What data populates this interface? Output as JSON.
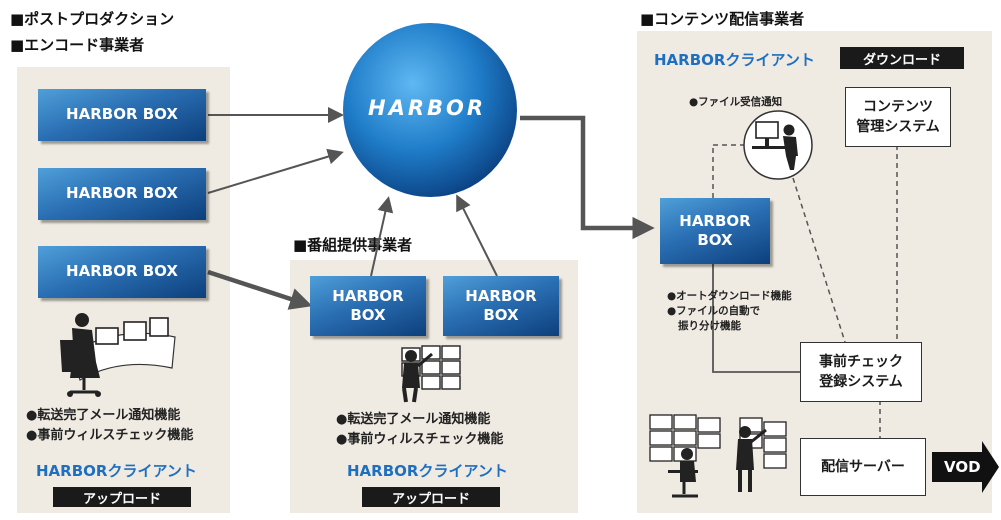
{
  "sections": {
    "post_production": "■ポストプロダクション",
    "encode": "■エンコード事業者",
    "program_provider": "■番組提供事業者",
    "content_distributor": "■コンテンツ配信事業者"
  },
  "hub": {
    "logo": "HARBOR"
  },
  "left": {
    "boxes": [
      "HARBOR BOX",
      "HARBOR BOX",
      "HARBOR BOX"
    ],
    "features": [
      "●転送完了メール通知機能",
      "●事前ウィルスチェック機能"
    ],
    "client": "HARBORクライアント",
    "tag": "アップロード"
  },
  "middle": {
    "boxes": [
      "HARBOR\nBOX",
      "HARBOR\nBOX"
    ],
    "features": [
      "●転送完了メール通知機能",
      "●事前ウィルスチェック機能"
    ],
    "client": "HARBORクライアント",
    "tag": "アップロード"
  },
  "right": {
    "client": "HARBORクライアント",
    "tag": "ダウンロード",
    "notify": "●ファイル受信通知",
    "box": "HARBOR\nBOX",
    "auto_features": [
      "●オートダウンロード機能",
      "●ファイルの自動で",
      "振り分け機能"
    ],
    "cms": "コンテンツ\n管理システム",
    "precheck": "事前チェック\n登録システム",
    "delivery": "配信サーバー",
    "vod": "VOD"
  },
  "colors": {
    "accent": "#1e6fc0",
    "panel": "#efebe3",
    "box_dark": "#0d3f7c",
    "box_light": "#4f9fd9"
  }
}
